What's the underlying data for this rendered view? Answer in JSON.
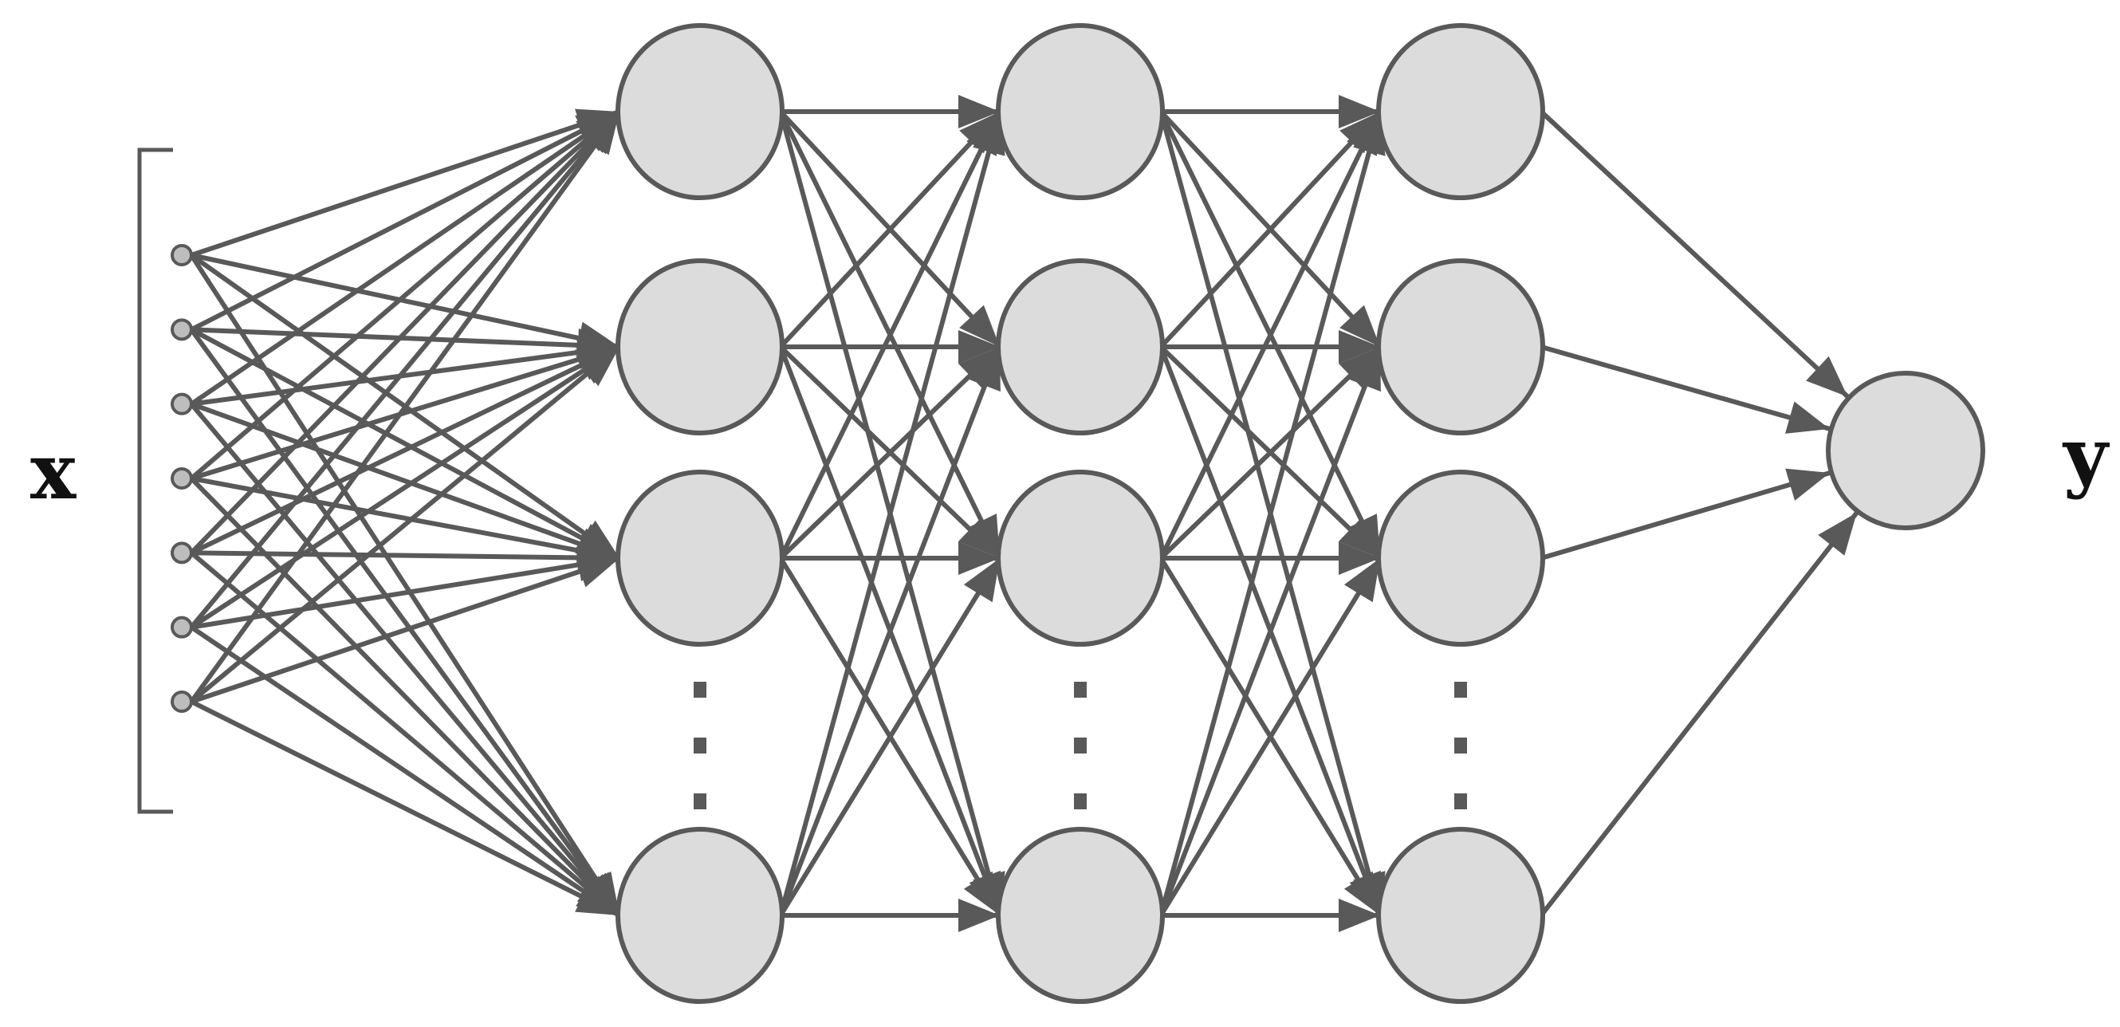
{
  "diagram": {
    "input_label": "x",
    "output_label": "y",
    "input_count": 7,
    "hidden_layers": [
      {
        "visible_nodes": 4,
        "ellipsis": true
      },
      {
        "visible_nodes": 4,
        "ellipsis": true
      },
      {
        "visible_nodes": 4,
        "ellipsis": true
      }
    ],
    "output_count": 1,
    "colors": {
      "node_fill": "#dcdcdc",
      "line": "#595959",
      "input_fill": "#bdbdbd",
      "label": "#111111"
    }
  }
}
